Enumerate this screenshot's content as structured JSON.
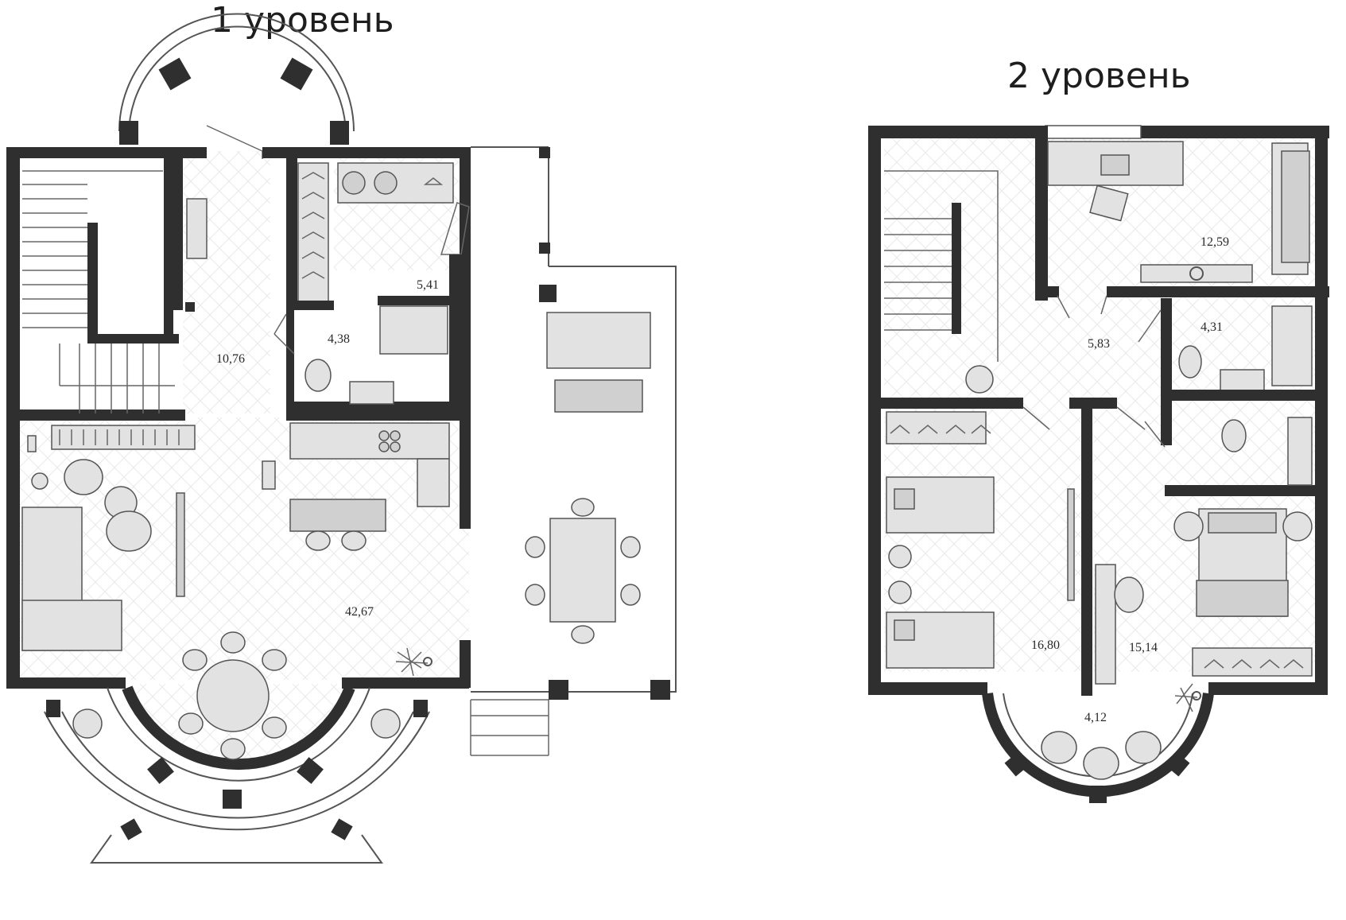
{
  "levels": [
    {
      "title": "1 уровень",
      "rooms": [
        {
          "id": "hall",
          "area": "10,76"
        },
        {
          "id": "wardrobe",
          "area": "5,41"
        },
        {
          "id": "bathroom",
          "area": "4,38"
        },
        {
          "id": "living-kitchen",
          "area": "42,67"
        }
      ]
    },
    {
      "title": "2 уровень",
      "rooms": [
        {
          "id": "office",
          "area": "12,59"
        },
        {
          "id": "hall",
          "area": "5,83"
        },
        {
          "id": "bathroom",
          "area": "4,31"
        },
        {
          "id": "kids-bedroom",
          "area": "16,80"
        },
        {
          "id": "bedroom",
          "area": "15,14"
        },
        {
          "id": "bay",
          "area": "4,12"
        }
      ]
    }
  ],
  "colors": {
    "wall": "#2f2f2f",
    "furniture": "#e2e2e2",
    "floor_pattern": "#ececec"
  }
}
